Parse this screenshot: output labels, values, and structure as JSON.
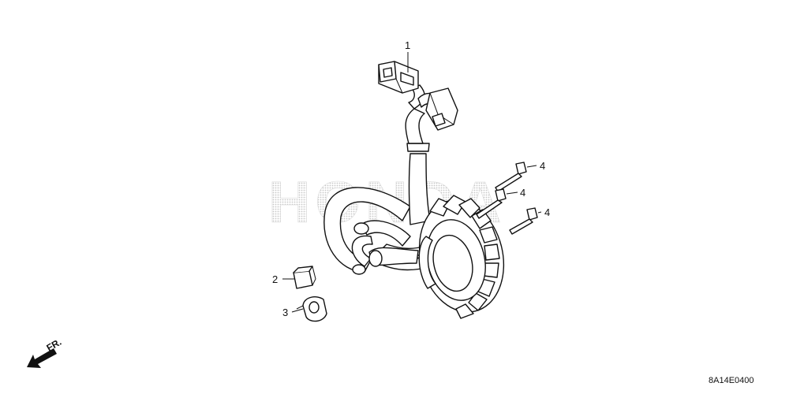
{
  "diagram": {
    "watermark": "HONDA",
    "callouts": [
      {
        "id": "1",
        "label": "1"
      },
      {
        "id": "2",
        "label": "2"
      },
      {
        "id": "3",
        "label": "3"
      },
      {
        "id": "4a",
        "label": "4"
      },
      {
        "id": "4b",
        "label": "4"
      },
      {
        "id": "4c",
        "label": "4"
      }
    ],
    "direction_label": "FR.",
    "diagram_code": "8A14E0400"
  },
  "colors": {
    "line": "#111111",
    "background": "#ffffff",
    "watermark": "#e6e6e6"
  }
}
